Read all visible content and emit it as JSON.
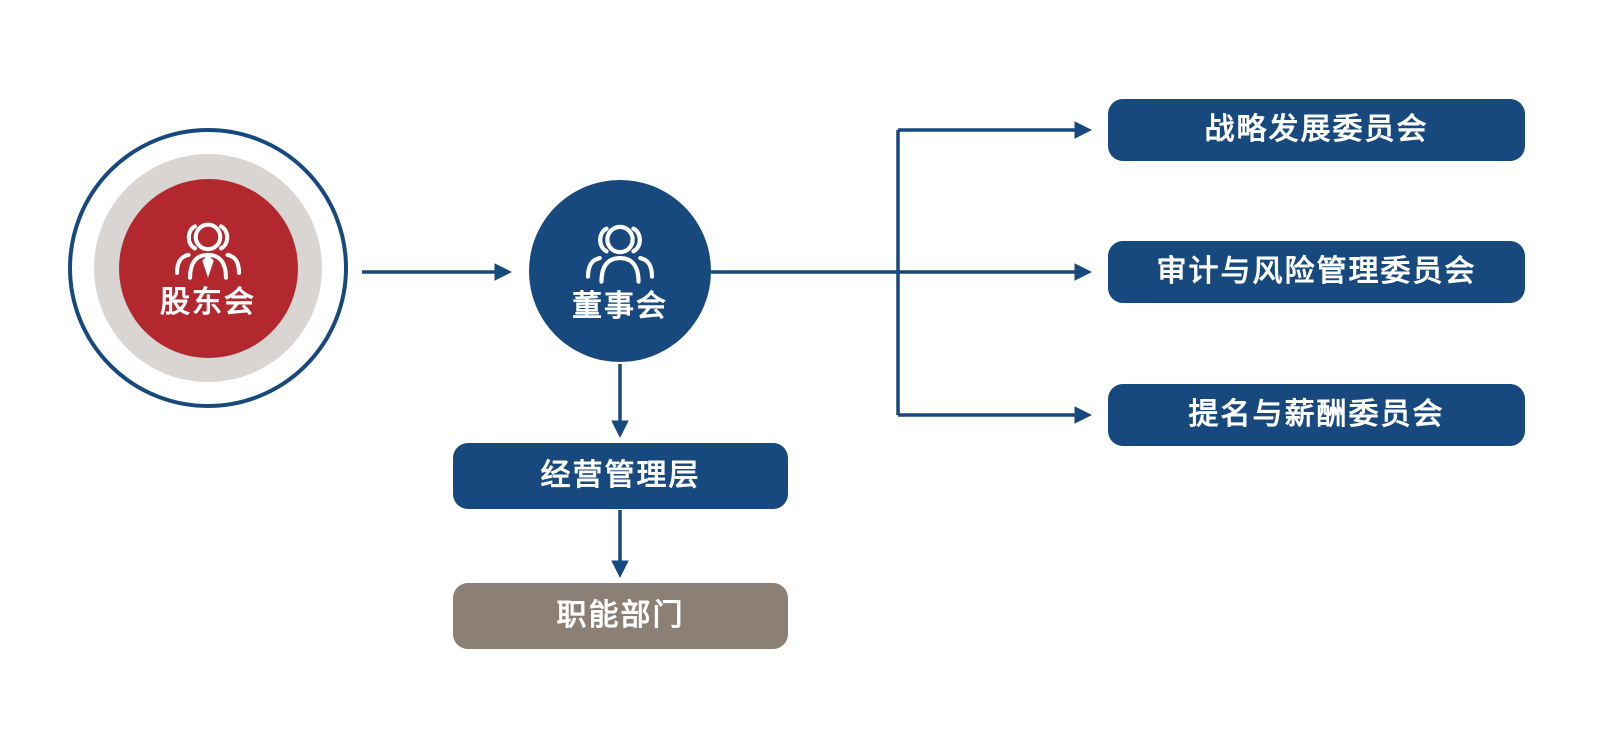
{
  "colors": {
    "primary_blue": "#17497E",
    "accent_red": "#B2282E",
    "ring_gray": "#D9D5D2",
    "taupe": "#8C7F75",
    "label_white": "#FFFFFF",
    "background": "#FFFFFF"
  },
  "nodes": {
    "shareholders": {
      "label": "股东会",
      "icon": "people-group-tie-icon"
    },
    "board": {
      "label": "董事会",
      "icon": "people-group-icon"
    },
    "committees": [
      {
        "label": "战略发展委员会"
      },
      {
        "label": "审计与风险管理委员会"
      },
      {
        "label": "提名与薪酬委员会"
      }
    ],
    "management": {
      "label": "经营管理层"
    },
    "functional": {
      "label": "职能部门"
    }
  },
  "edges": [
    {
      "from": "股东会",
      "to": "董事会"
    },
    {
      "from": "董事会",
      "to": "战略发展委员会"
    },
    {
      "from": "董事会",
      "to": "审计与风险管理委员会"
    },
    {
      "from": "董事会",
      "to": "提名与薪酬委员会"
    },
    {
      "from": "董事会",
      "to": "经营管理层"
    },
    {
      "from": "经营管理层",
      "to": "职能部门"
    }
  ]
}
